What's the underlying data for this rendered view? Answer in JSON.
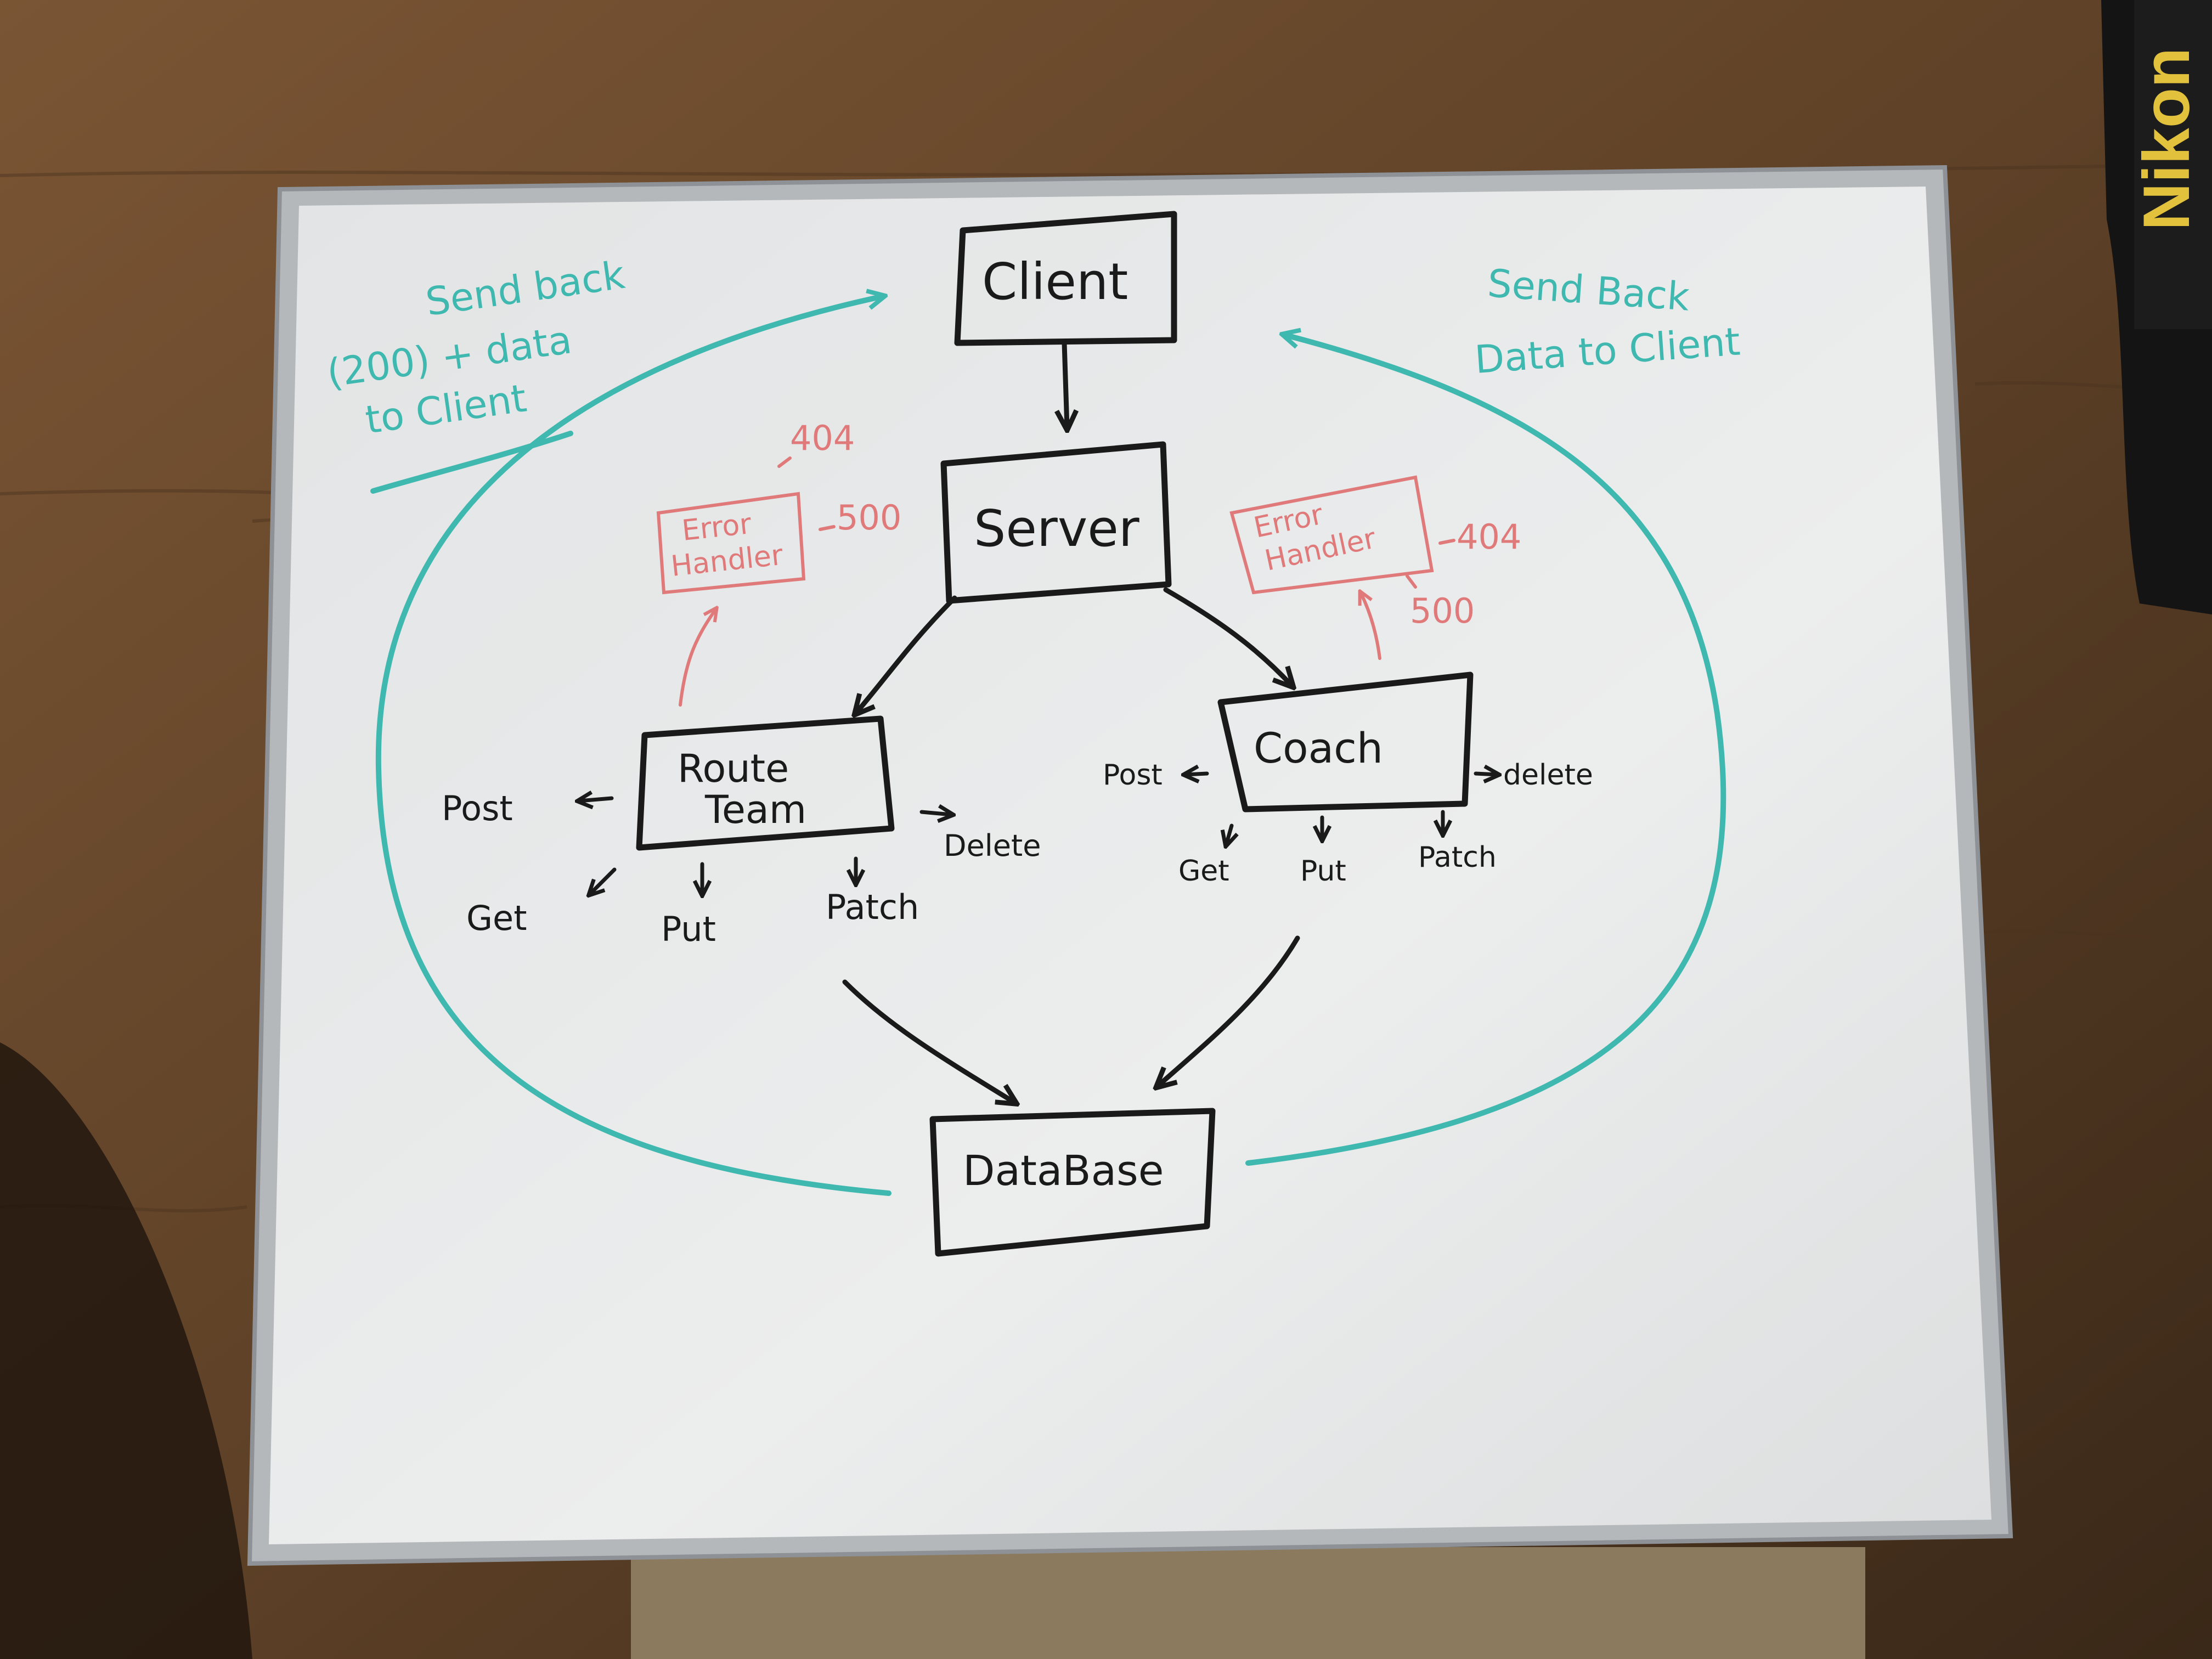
{
  "nodes": {
    "client": "Client",
    "server": "Server",
    "route_team_line1": "Route",
    "route_team_line2": "Team",
    "coach": "Coach",
    "database": "DataBase"
  },
  "route_team_methods": {
    "post": "Post",
    "get": "Get",
    "put": "Put",
    "patch": "Patch",
    "delete": "Delete"
  },
  "coach_methods": {
    "post": "Post",
    "get": "Get",
    "put": "Put",
    "patch": "Patch",
    "delete": "delete"
  },
  "error_handlers": {
    "left": {
      "line1": "Error",
      "line2": "Handler",
      "code_404": "404",
      "code_500": "500"
    },
    "right": {
      "line1": "Error",
      "line2": "Handler",
      "code_404": "404",
      "code_500": "500"
    }
  },
  "annotations": {
    "left_line1": "Send back",
    "left_line2": "(200) + data",
    "left_line3": "to Client",
    "right_line1": "Send Back",
    "right_line2": "Data to Client"
  },
  "camera_strap_text": "Nikon",
  "colors": {
    "ink_black": "#1a1a1a",
    "ink_teal": "#3fb8b0",
    "ink_red": "#e07a7a",
    "board": "#e8e9e9",
    "frame": "#b5b8bb",
    "wood": "#6b4a2e"
  }
}
